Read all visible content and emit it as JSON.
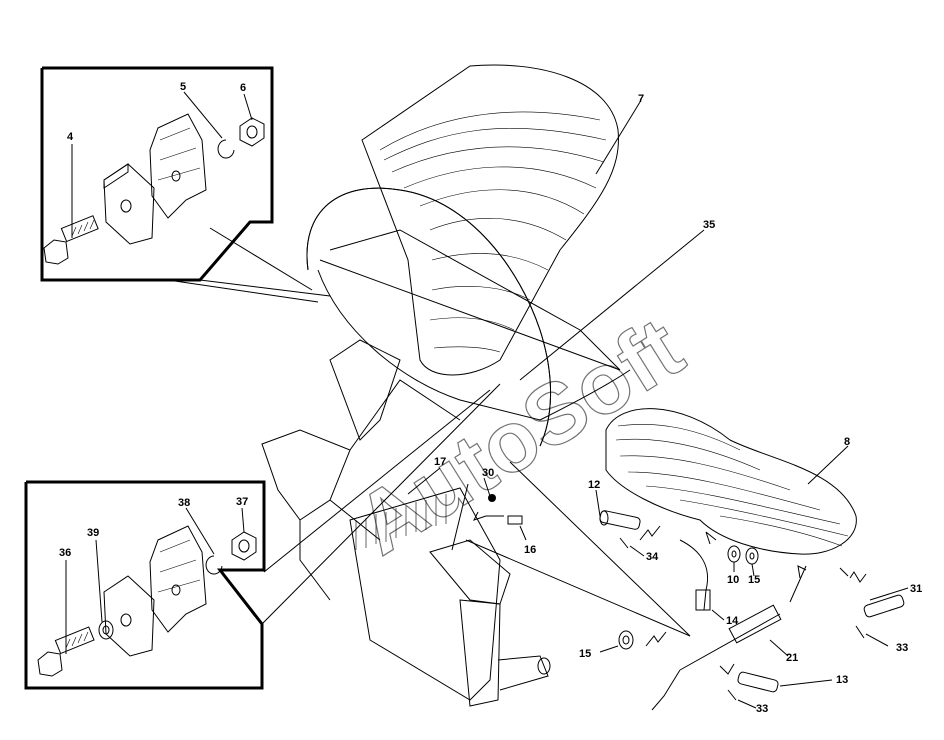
{
  "watermark": "AutoSoft",
  "callouts": [
    {
      "id": "c4",
      "text": "4"
    },
    {
      "id": "c5",
      "text": "5"
    },
    {
      "id": "c6",
      "text": "6"
    },
    {
      "id": "c7",
      "text": "7"
    },
    {
      "id": "c35",
      "text": "35"
    },
    {
      "id": "c8",
      "text": "8"
    },
    {
      "id": "c17",
      "text": "17"
    },
    {
      "id": "c30",
      "text": "30"
    },
    {
      "id": "c16",
      "text": "16"
    },
    {
      "id": "c38",
      "text": "38"
    },
    {
      "id": "c37",
      "text": "37"
    },
    {
      "id": "c39",
      "text": "39"
    },
    {
      "id": "c36",
      "text": "36"
    },
    {
      "id": "c12",
      "text": "12"
    },
    {
      "id": "c34",
      "text": "34"
    },
    {
      "id": "c10",
      "text": "10"
    },
    {
      "id": "c15a",
      "text": "15"
    },
    {
      "id": "c14",
      "text": "14"
    },
    {
      "id": "c31",
      "text": "31"
    },
    {
      "id": "c33a",
      "text": "33"
    },
    {
      "id": "c21",
      "text": "21"
    },
    {
      "id": "c15b",
      "text": "15"
    },
    {
      "id": "c13",
      "text": "13"
    },
    {
      "id": "c33b",
      "text": "33"
    }
  ]
}
